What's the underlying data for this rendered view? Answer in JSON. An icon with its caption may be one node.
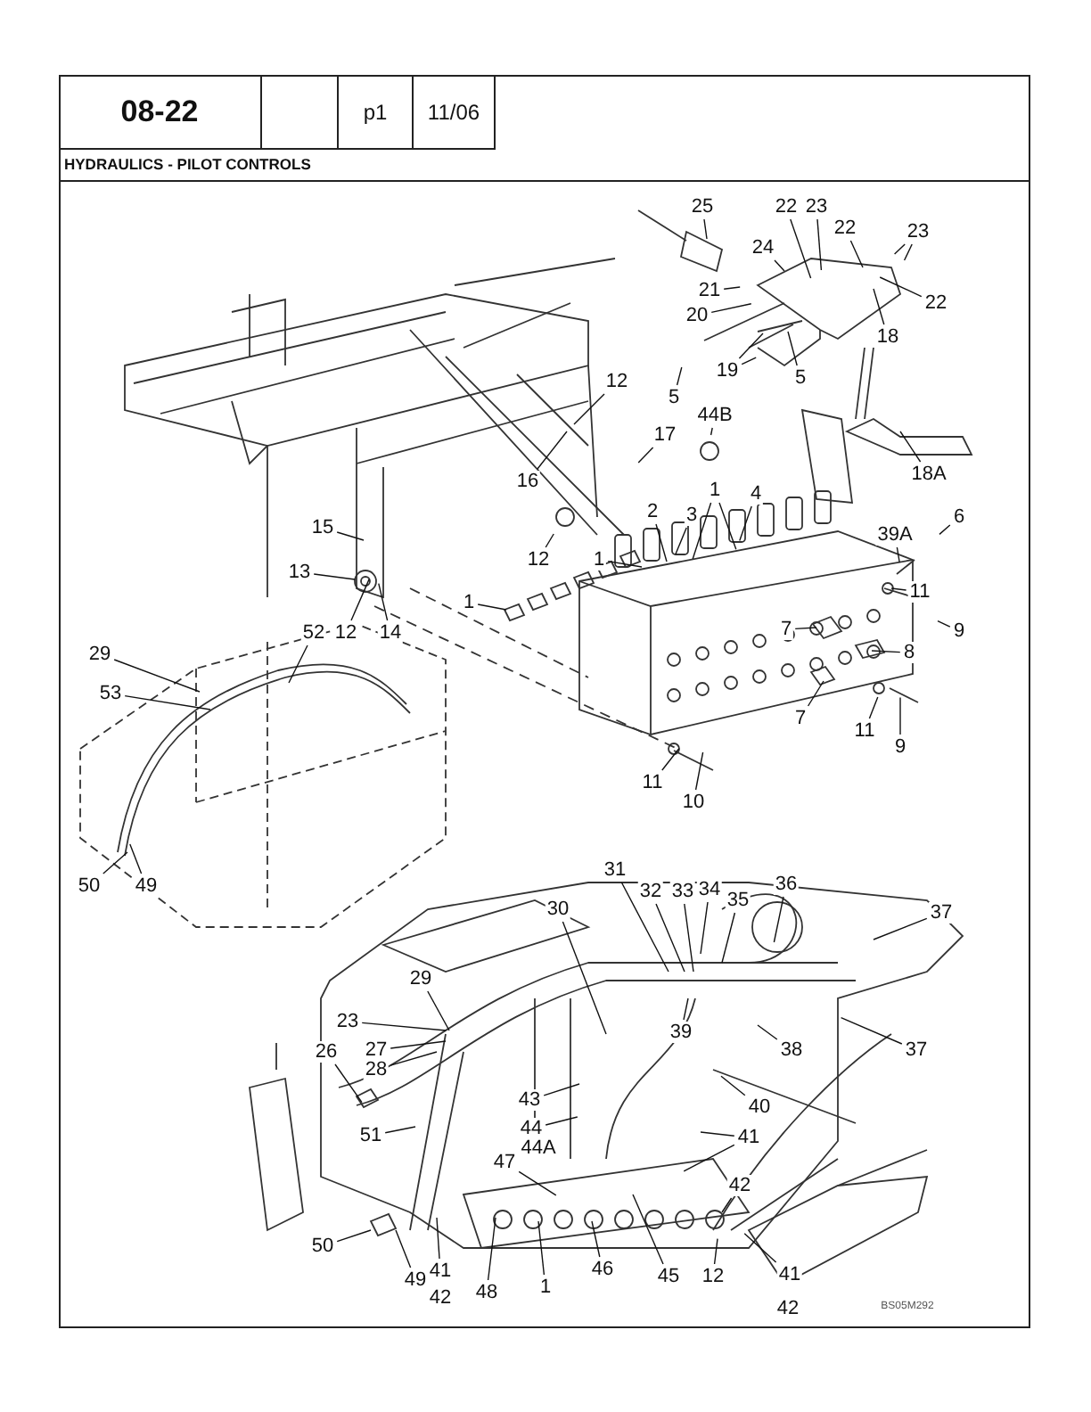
{
  "diagram": {
    "title": "HYDRAULICS - PILOT CONTROLS",
    "nodes": [
      {
        "text": [
          "25"
        ]
      },
      {
        "text": [
          "22"
        ]
      },
      {
        "text": [
          "23"
        ]
      },
      {
        "text": [
          "24"
        ]
      },
      {
        "text": [
          "22"
        ]
      },
      {
        "text": [
          "23"
        ]
      },
      {
        "text": [
          "21"
        ]
      },
      {
        "text": [
          "20"
        ]
      },
      {
        "text": [
          "22"
        ]
      },
      {
        "text": [
          "18"
        ]
      },
      {
        "text": [
          "19"
        ]
      },
      {
        "text": [
          "5"
        ]
      },
      {
        "text": [
          "5"
        ]
      },
      {
        "text": [
          "44B"
        ]
      },
      {
        "text": [
          "12"
        ]
      },
      {
        "text": [
          "17"
        ]
      },
      {
        "text": [
          "18A"
        ]
      },
      {
        "text": [
          "16"
        ]
      },
      {
        "text": [
          "1"
        ]
      },
      {
        "text": [
          "4"
        ]
      },
      {
        "text": [
          "2"
        ]
      },
      {
        "text": [
          "3"
        ]
      },
      {
        "text": [
          "6"
        ]
      },
      {
        "text": [
          "39A"
        ]
      },
      {
        "text": [
          "15"
        ]
      },
      {
        "text": [
          "12"
        ]
      },
      {
        "text": [
          "1"
        ]
      },
      {
        "text": [
          "13"
        ]
      },
      {
        "text": [
          "11"
        ]
      },
      {
        "text": [
          "1"
        ]
      },
      {
        "text": [
          "12"
        ]
      },
      {
        "text": [
          "14"
        ]
      },
      {
        "text": [
          "52"
        ]
      },
      {
        "text": [
          "9"
        ]
      },
      {
        "text": [
          "7"
        ]
      },
      {
        "text": [
          "29"
        ]
      },
      {
        "text": [
          "8"
        ]
      },
      {
        "text": [
          "53"
        ]
      },
      {
        "text": [
          "7"
        ]
      },
      {
        "text": [
          "11"
        ]
      },
      {
        "text": [
          "9"
        ]
      },
      {
        "text": [
          "11"
        ]
      },
      {
        "text": [
          "10"
        ]
      },
      {
        "text": [
          "50"
        ]
      },
      {
        "text": [
          "49"
        ]
      },
      {
        "text": [
          "31"
        ]
      },
      {
        "text": [
          "36"
        ]
      },
      {
        "text": [
          "32"
        ]
      },
      {
        "text": [
          "33"
        ]
      },
      {
        "text": [
          "34"
        ]
      },
      {
        "text": [
          "35"
        ]
      },
      {
        "text": [
          "30"
        ]
      },
      {
        "text": [
          "37"
        ]
      },
      {
        "text": [
          "29"
        ]
      },
      {
        "text": [
          "23"
        ]
      },
      {
        "text": [
          "39"
        ]
      },
      {
        "text": [
          "37"
        ]
      },
      {
        "text": [
          "38"
        ]
      },
      {
        "text": [
          "26"
        ]
      },
      {
        "text": [
          "27"
        ]
      },
      {
        "text": [
          "28"
        ]
      },
      {
        "text": [
          "43"
        ]
      },
      {
        "text": [
          "40"
        ]
      },
      {
        "text": [
          "44"
        ]
      },
      {
        "text": [
          "51"
        ]
      },
      {
        "text": [
          "41"
        ]
      },
      {
        "text": [
          "47"
        ]
      },
      {
        "text": [
          "42"
        ]
      },
      {
        "text": [
          "50"
        ]
      },
      {
        "text": [
          "12"
        ]
      },
      {
        "text": [
          "41"
        ]
      },
      {
        "text": [
          "45"
        ]
      },
      {
        "text": [
          "46"
        ]
      },
      {
        "text": [
          "49"
        ]
      },
      {
        "text": [
          "41"
        ]
      },
      {
        "text": [
          "1"
        ]
      },
      {
        "text": [
          "48"
        ]
      },
      {
        "text": [
          "44A"
        ]
      },
      {
        "text": [
          "42"
        ]
      },
      {
        "text": [
          "42"
        ]
      }
    ],
    "edges": [
      {
        "from": 0,
        "to": null,
        "arrow": "none"
      },
      {
        "from": 1,
        "to": null,
        "arrow": "none"
      },
      {
        "from": 2,
        "to": null,
        "arrow": "none"
      },
      {
        "from": 3,
        "to": null,
        "arrow": "none"
      },
      {
        "from": 4,
        "to": null,
        "arrow": "none"
      },
      {
        "from": 5,
        "to": null,
        "arrow": "none"
      },
      {
        "from": 5,
        "to": null,
        "arrow": "none"
      },
      {
        "from": 6,
        "to": null,
        "arrow": "none"
      },
      {
        "from": 7,
        "to": null,
        "arrow": "none"
      },
      {
        "from": 8,
        "to": null,
        "arrow": "none"
      },
      {
        "from": 9,
        "to": null,
        "arrow": "none"
      },
      {
        "from": 10,
        "to": null,
        "arrow": "none"
      },
      {
        "from": 10,
        "to": null,
        "arrow": "none"
      },
      {
        "from": 11,
        "to": null,
        "arrow": "none"
      },
      {
        "from": 12,
        "to": null,
        "arrow": "none"
      },
      {
        "from": 13,
        "to": null,
        "arrow": "none"
      },
      {
        "from": 14,
        "to": null,
        "arrow": "none"
      },
      {
        "from": 15,
        "to": null,
        "arrow": "none"
      },
      {
        "from": 16,
        "to": null,
        "arrow": "none"
      },
      {
        "from": 17,
        "to": null,
        "arrow": "none"
      },
      {
        "from": 18,
        "to": null,
        "arrow": "none"
      },
      {
        "from": 18,
        "to": null,
        "arrow": "none"
      },
      {
        "from": 19,
        "to": null,
        "arrow": "none"
      },
      {
        "from": 20,
        "to": null,
        "arrow": "none"
      },
      {
        "from": 21,
        "to": null,
        "arrow": "none"
      },
      {
        "from": 22,
        "to": null,
        "arrow": "none"
      },
      {
        "from": 23,
        "to": null,
        "arrow": "none"
      },
      {
        "from": 24,
        "to": null,
        "arrow": "none"
      },
      {
        "from": 25,
        "to": null,
        "arrow": "none"
      },
      {
        "from": 26,
        "to": null,
        "arrow": "none"
      },
      {
        "from": 27,
        "to": null,
        "arrow": "none"
      },
      {
        "from": 28,
        "to": null,
        "arrow": "none"
      },
      {
        "from": 29,
        "to": null,
        "arrow": "none"
      },
      {
        "from": 30,
        "to": null,
        "arrow": "none"
      },
      {
        "from": 31,
        "to": null,
        "arrow": "none"
      },
      {
        "from": 32,
        "to": null,
        "arrow": "none"
      },
      {
        "from": 33,
        "to": null,
        "arrow": "none"
      },
      {
        "from": 34,
        "to": null,
        "arrow": "none"
      },
      {
        "from": 35,
        "to": null,
        "arrow": "none"
      },
      {
        "from": 36,
        "to": null,
        "arrow": "none"
      },
      {
        "from": 37,
        "to": null,
        "arrow": "none"
      },
      {
        "from": 38,
        "to": null,
        "arrow": "none"
      },
      {
        "from": 39,
        "to": null,
        "arrow": "none"
      },
      {
        "from": 40,
        "to": null,
        "arrow": "none"
      },
      {
        "from": 41,
        "to": null,
        "arrow": "none"
      },
      {
        "from": 42,
        "to": null,
        "arrow": "none"
      },
      {
        "from": 43,
        "to": null,
        "arrow": "none"
      },
      {
        "from": 44,
        "to": null,
        "arrow": "none"
      },
      {
        "from": 45,
        "to": null,
        "arrow": "none"
      },
      {
        "from": 46,
        "to": null,
        "arrow": "none"
      },
      {
        "from": 47,
        "to": null,
        "arrow": "none"
      },
      {
        "from": 48,
        "to": null,
        "arrow": "none"
      },
      {
        "from": 49,
        "to": null,
        "arrow": "none"
      },
      {
        "from": 50,
        "to": null,
        "arrow": "none"
      },
      {
        "from": 51,
        "to": null,
        "arrow": "none"
      },
      {
        "from": 52,
        "to": null,
        "arrow": "none"
      },
      {
        "from": 53,
        "to": null,
        "arrow": "none"
      },
      {
        "from": 54,
        "to": null,
        "arrow": "none"
      },
      {
        "from": 55,
        "to": null,
        "arrow": "none"
      },
      {
        "from": 56,
        "to": null,
        "arrow": "none"
      },
      {
        "from": 57,
        "to": null,
        "arrow": "none"
      },
      {
        "from": 58,
        "to": null,
        "arrow": "none"
      },
      {
        "from": 59,
        "to": null,
        "arrow": "none"
      },
      {
        "from": 60,
        "to": null,
        "arrow": "none"
      },
      {
        "from": 61,
        "to": null,
        "arrow": "none"
      },
      {
        "from": 62,
        "to": null,
        "arrow": "none"
      },
      {
        "from": 63,
        "to": null,
        "arrow": "none"
      },
      {
        "from": 64,
        "to": null,
        "arrow": "none"
      },
      {
        "from": 65,
        "to": null,
        "arrow": "none"
      },
      {
        "from": 65,
        "to": null,
        "arrow": "none"
      },
      {
        "from": 66,
        "to": null,
        "arrow": "none"
      },
      {
        "from": 67,
        "to": null,
        "arrow": "none"
      },
      {
        "from": 68,
        "to": null,
        "arrow": "none"
      },
      {
        "from": 69,
        "to": null,
        "arrow": "none"
      },
      {
        "from": 70,
        "to": null,
        "arrow": "none"
      },
      {
        "from": 71,
        "to": null,
        "arrow": "none"
      },
      {
        "from": 72,
        "to": null,
        "arrow": "none"
      },
      {
        "from": 73,
        "to": null,
        "arrow": "none"
      },
      {
        "from": 74,
        "to": null,
        "arrow": "none"
      },
      {
        "from": 75,
        "to": null,
        "arrow": "none"
      },
      {
        "from": 76,
        "to": null,
        "arrow": "none"
      }
    ],
    "labels": [
      "08-22",
      "p1",
      "11/06",
      "BS05M292"
    ]
  }
}
